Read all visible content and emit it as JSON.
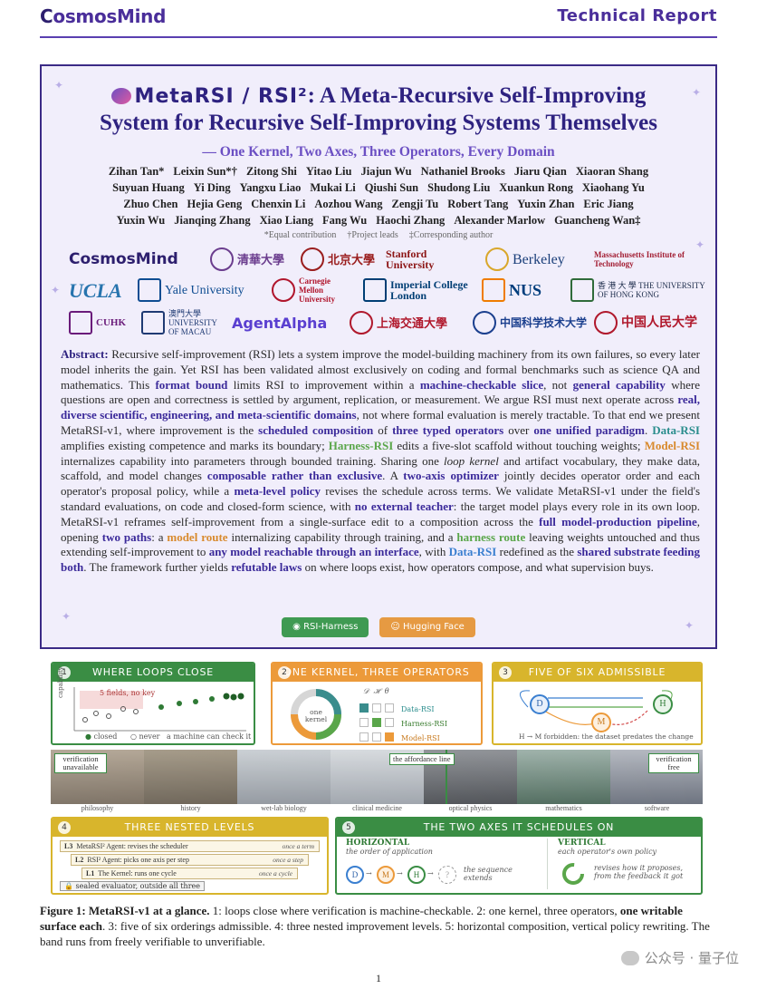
{
  "header": {
    "logo_prefix": "C",
    "logo_text": "osmosMind",
    "report_label": "Technical Report"
  },
  "title": {
    "brand": "MetaRSI / RSI²",
    "line1_rest": ": A Meta-Recursive Self-Improving",
    "line2": "System for Recursive Self-Improving Systems Themselves",
    "subtitle": "— One Kernel, Two Axes, Three Operators, Every Domain"
  },
  "authors": [
    [
      "Zihan Tan*",
      "Leixin Sun*†",
      "Zitong Shi",
      "Yitao Liu",
      "Jiajun Wu",
      "Nathaniel Brooks",
      "Jiaru Qian",
      "Xiaoran Shang"
    ],
    [
      "Suyuan Huang",
      "Yi Ding",
      "Yangxu Liao",
      "Mukai Li",
      "Qiushi Sun",
      "Shudong Liu",
      "Xuankun Rong",
      "Xiaohang Yu"
    ],
    [
      "Zhuo Chen",
      "Hejia Geng",
      "Chenxin Li",
      "Aozhou Wang",
      "Zengji Tu",
      "Robert Tang",
      "Yuxin Zhan",
      "Eric Jiang"
    ],
    [
      "Yuxin Wu",
      "Jianqing Zhang",
      "Xiao Liang",
      "Fang Wu",
      "Haochi Zhang",
      "Alexander Marlow",
      "Guancheng Wan‡"
    ]
  ],
  "author_notes": [
    "*Equal contribution",
    "†Project leads",
    "‡Corresponding author"
  ],
  "affiliations": {
    "row1": [
      "CosmosMind",
      "清華大學",
      "北京大學",
      "Stanford University",
      "Berkeley",
      "Massachusetts Institute of Technology"
    ],
    "row2": [
      "UCLA",
      "Yale University",
      "Carnegie Mellon University",
      "Imperial College London",
      "NUS",
      "香 港 大 學 THE UNIVERSITY OF HONG KONG"
    ],
    "row3": [
      "CUHK",
      "澳門大學 UNIVERSITY OF MACAU",
      "AgentAlpha",
      "上海交通大學",
      "中国科学技术大学",
      "中国人民大学"
    ]
  },
  "abstract": {
    "label": "Abstract:",
    "s1": " Recursive self-improvement (RSI) lets a system improve the model-building machinery from its own failures, so every later model inherits the gain. Yet RSI has been validated almost exclusively on coding and formal benchmarks such as science QA and mathematics. This ",
    "h1": "format bound",
    "s2": " limits RSI to improvement within a ",
    "h2": "machine-checkable slice",
    "s3": ", not ",
    "h3": "general capability",
    "s4": " where questions are open and correctness is settled by argument, replication, or measurement. We argue RSI must next operate across ",
    "h4": "real, diverse scientific, engineering, and meta-scientific domains",
    "s5": ", not where formal evaluation is merely tractable. To that end we present MetaRSI-v1, where improvement is the ",
    "h5": "scheduled composition",
    "s6": " of ",
    "h6": "three typed operators",
    "s7": " over ",
    "h7": "one unified paradigm",
    "s8": ". ",
    "d1": "Data-RSI",
    "s9": " amplifies existing competence and marks its boundary; ",
    "d2": "Harness-RSI",
    "s10": " edits a five-slot scaffold without touching weights; ",
    "d3": "Model-RSI",
    "s11": " internalizes capability into parameters through bounded training. Sharing one ",
    "i1": "loop kernel",
    "s12": " and artifact vocabulary, they make data, scaffold, and model changes ",
    "h8": "composable rather than exclusive",
    "s13": ". A ",
    "h9": "two-axis optimizer",
    "s14": " jointly decides operator order and each operator's proposal policy, while a ",
    "h10": "meta-level policy",
    "s15": " revises the schedule across terms. We validate MetaRSI-v1 under the field's standard evaluations, on code and closed-form science, with ",
    "h11": "no external teacher",
    "s16": ": the target model plays every role in its own loop. MetaRSI-v1 reframes self-improvement from a single-surface edit to a composition across the ",
    "h12": "full model-production pipeline",
    "s17": ", opening ",
    "h13": "two paths",
    "s18": ": a ",
    "d4": "model route",
    "s19": " internalizing capability through training, and a ",
    "d5": "harness route",
    "s20": " leaving weights untouched and thus extending self-improvement to ",
    "h14": "any model reachable through an interface",
    "s21": ", with ",
    "d6": "Data-RSI",
    "s22": " redefined as the ",
    "h15": "shared substrate feeding both",
    "s23": ". The framework further yields ",
    "h16": "refutable laws",
    "s24": " on where loops exist, how operators compose, and what supervision buys."
  },
  "buttons": {
    "github": "RSI-Harness",
    "hf": "Hugging Face"
  },
  "figure": {
    "p1": {
      "num": "1",
      "title": "WHERE LOOPS CLOSE",
      "note": "5 fields, no key",
      "ylabel": "capability",
      "legend_closed": "closed",
      "legend_never": "never",
      "xlabel": "a machine can check it →"
    },
    "p2": {
      "num": "2",
      "title": "ONE KERNEL, THREE OPERATORS",
      "kernel": "one kernel",
      "ops": [
        "Data-RSI",
        "Harness-RSI",
        "Model-RSI"
      ],
      "cols": [
        "𝒟",
        "ℋ",
        "θ"
      ]
    },
    "p3": {
      "num": "3",
      "title": "FIVE OF SIX ADMISSIBLE",
      "nodes": [
        "D",
        "H",
        "M"
      ],
      "note": "H → M forbidden: the dataset predates the change"
    },
    "band": {
      "labels": [
        "philosophy",
        "history",
        "wet-lab biology",
        "clinical medicine",
        "optical physics",
        "mathematics",
        "software"
      ],
      "left_tag": "verification unavailable",
      "mid_tag": "the affordance line",
      "right_tag": "verification free"
    },
    "p4": {
      "num": "4",
      "title": "THREE NESTED LEVELS",
      "levels": [
        {
          "id": "L3",
          "text": "MetaRSI² Agent: revises the scheduler",
          "freq": "once a term"
        },
        {
          "id": "L2",
          "text": "RSI² Agent: picks one axis per step",
          "freq": "once a step"
        },
        {
          "id": "L1",
          "text": "The Kernel: runs one cycle",
          "freq": "once a cycle"
        }
      ],
      "sealed": "sealed evaluator, outside all three"
    },
    "p5": {
      "num": "5",
      "title": "THE TWO AXES IT SCHEDULES ON",
      "h_title": "HORIZONTAL",
      "h_sub": "the order of application",
      "h_note": "the sequence extends",
      "v_title": "VERTICAL",
      "v_sub": "each operator's own policy",
      "v_note": "revises how it proposes, from the feedback it got",
      "nodes": [
        "D",
        "M",
        "H"
      ]
    }
  },
  "caption": {
    "label": "Figure 1: MetaRSI-v1 at a glance.",
    "t1": " 1: loops close where verification is machine-checkable. 2: one kernel, three operators, ",
    "b1": "one writable surface each",
    "t2": ". 3: five of six orderings admissible. 4: three nested improvement levels. 5: horizontal composition, vertical policy rewriting. The band runs from freely verifiable to unverifiable."
  },
  "page_number": "1",
  "watermark": "公众号 · 量子位",
  "colors": {
    "primary": "#2e2280",
    "accent": "#6b4fc3",
    "green": "#3a8d44",
    "orange": "#ec9a3a",
    "gold": "#d8b52c",
    "teal": "#2a8d8d"
  }
}
